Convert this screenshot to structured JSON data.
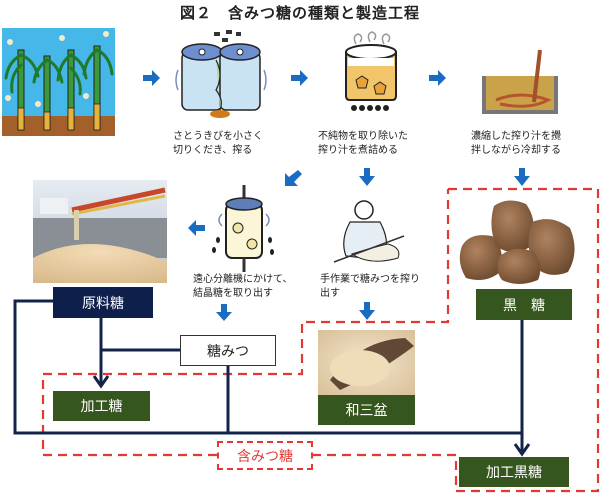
{
  "title": "図２　含みつ糖の種類と製造工程",
  "steps": [
    {
      "id": "crush",
      "line1": "さとうきびを小さく",
      "line2": "切りくだき、搾る"
    },
    {
      "id": "boil",
      "line1": "不純物を取り除いた",
      "line2": "搾り汁を煮詰める"
    },
    {
      "id": "cool",
      "line1": "濃縮した搾り汁を攪",
      "line2": "拌しながら冷却する"
    },
    {
      "id": "centrifuge",
      "line1": "遠心分離機にかけて、",
      "line2": "結晶糖を取り出す"
    },
    {
      "id": "handwork",
      "line1": "手作業で糖みつを搾り",
      "line2": "出す"
    }
  ],
  "products": {
    "raw_sugar": "原料糖",
    "molasses": "糖みつ",
    "processed_sugar": "加工糖",
    "wasanbon": "和三盆",
    "kokuto": "黒　糖",
    "processed_kokuto": "加工黒糖"
  },
  "group_label": "含みつ糖",
  "illustrations": [
    "sugarcane-field",
    "roller-mill",
    "boiling-pot",
    "cooling-pan",
    "centrifuge",
    "hand-pressing-worker",
    "raw-sugar-ship-photo",
    "kokuto-lumps-photo",
    "wasanbon-powder-photo"
  ],
  "colors": {
    "navy": "#0f1f4c",
    "green": "#36561f",
    "dashed_red": "#e03a33",
    "arrow_blue": "#1a6cc2"
  }
}
